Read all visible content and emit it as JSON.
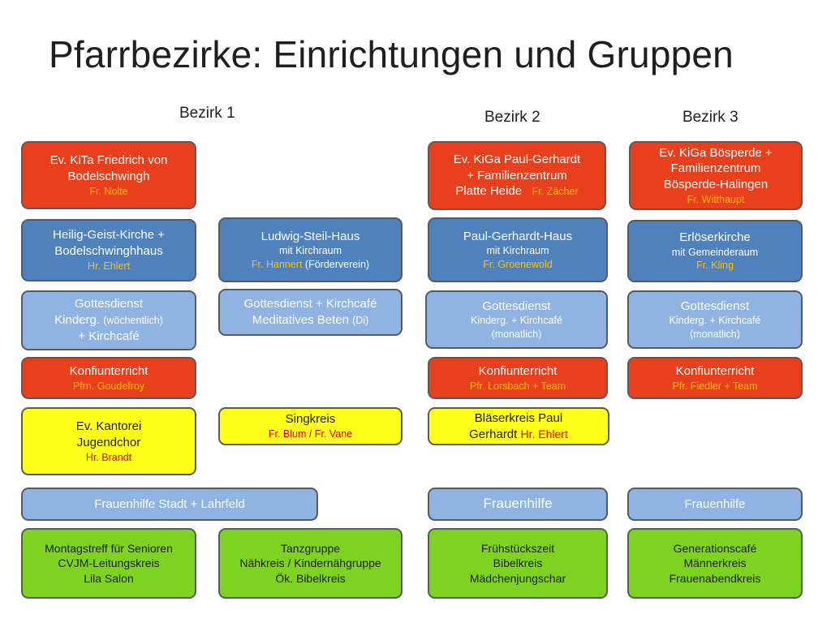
{
  "title": "Pfarrbezirke: Einrichtungen und Gruppen",
  "columns": {
    "b1": "Bezirk 1",
    "b2": "Bezirk 2",
    "b3": "Bezirk 3"
  },
  "boxes": {
    "kita_bodelschwingh": {
      "l1": "Ev. KiTa Friedrich von",
      "l2": "Bodelschwingh",
      "contact": "Fr. Nolte"
    },
    "kiga_paul_gerhardt": {
      "l1": "Ev. KiGa Paul-Gerhardt",
      "l2": "+ Familienzentrum",
      "l3": "Platte Heide",
      "contact": "Fr. Zächer"
    },
    "kiga_boesperde": {
      "l1": "Ev. KiGa Bösperde +",
      "l2": "Familienzentrum",
      "l3": "Bösperde-Halingen",
      "contact": "Fr. Witthaupt"
    },
    "heilig_geist": {
      "l1": "Heilig-Geist-Kirche +",
      "l2": "Bodelschwinghhaus",
      "contact": "Hr. Ehlert"
    },
    "ludwig_steil": {
      "l1": "Ludwig-Steil-Haus",
      "l2": "mit Kirchraum",
      "contact": "Fr. Hannert",
      "suffix": "(Förderverein)"
    },
    "paul_gerhardt_haus": {
      "l1": "Paul-Gerhardt-Haus",
      "l2": "mit Kirchraum",
      "contact": "Fr. Groenewold"
    },
    "erloeserkirche": {
      "l1": "Erlöserkirche",
      "l2": "mit Gemeinderaum",
      "contact": "Fr. Kling"
    },
    "gd_b1": {
      "l1": "Gottesdienst",
      "l2a": "Kinderg.",
      "l2b": "(wöchentlich)",
      "l3": "+ Kirchcafé"
    },
    "gd_kirchcafe": {
      "l1": "Gottesdienst + Kirchcafé",
      "l2a": "Meditatives Beten",
      "l2b": "(Di)"
    },
    "gd_b2": {
      "l1": "Gottesdienst",
      "l2": "Kinderg. + Kirchcafé",
      "l3": "(monatlich)"
    },
    "gd_b3": {
      "l1": "Gottesdienst",
      "l2": "Kinderg. + Kirchcafé",
      "l3": "(monatlich)"
    },
    "konfi_b1": {
      "l1": "Konfiunterricht",
      "contact": "Pfrn. Goudefroy"
    },
    "konfi_b2": {
      "l1": "Konfiunterricht",
      "contact": "Pfr. Lorsbach + Team"
    },
    "konfi_b3": {
      "l1": "Konfiunterricht",
      "contact": "Pfr. Fiedler + Team"
    },
    "kantorei": {
      "l1": "Ev. Kantorei",
      "l2": "Jugendchor",
      "contact": "Hr. Brandt"
    },
    "singkreis": {
      "l1": "Singkreis",
      "contact": "Fr. Blum / Fr. Vane"
    },
    "blaeserkreis": {
      "l1": "Bläserkreis Paul",
      "l2": "Gerhardt",
      "contact": "Hr. Ehlert"
    },
    "fh_b1": {
      "l1": "Frauenhilfe Stadt + Lahrfeld"
    },
    "fh_b2": {
      "l1": "Frauenhilfe"
    },
    "fh_b3": {
      "l1": "Frauenhilfe"
    },
    "green_b1a": {
      "l1": "Montagstreff für Senioren",
      "l2": "CVJM-Leitungskreis",
      "l3": "Lila Salon"
    },
    "green_b1b": {
      "l1": "Tanzgruppe",
      "l2": "Nähkreis / Kindernähgruppe",
      "l3": "Ök. Bibelkreis"
    },
    "green_b2": {
      "l1": "Frühstückszeit",
      "l2": "Bibelkreis",
      "l3": "Mädchenjungschar"
    },
    "green_b3": {
      "l1": "Generationscafé",
      "l2": "Männerkreis",
      "l3": "Frauenabendkreis"
    }
  },
  "colors": {
    "red": "#e8401c",
    "blue": "#4f81bd",
    "light_blue": "#8fb4e3",
    "yellow": "#ffff1a",
    "green": "#7ed321",
    "contact_orange": "#ffc000",
    "contact_red": "#e8000b"
  }
}
